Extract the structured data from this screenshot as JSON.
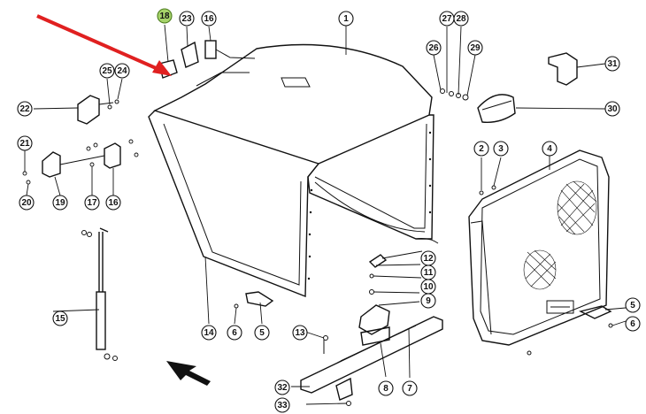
{
  "diagram": {
    "highlight_color": "#a6d36a",
    "arrow_color": "#e02020",
    "callouts": [
      {
        "id": "c18",
        "label": "18",
        "highlight": true
      },
      {
        "id": "c23",
        "label": "23"
      },
      {
        "id": "c16a",
        "label": "16"
      },
      {
        "id": "c1",
        "label": "1"
      },
      {
        "id": "c27",
        "label": "27"
      },
      {
        "id": "c28",
        "label": "28"
      },
      {
        "id": "c26",
        "label": "26"
      },
      {
        "id": "c29",
        "label": "29"
      },
      {
        "id": "c31",
        "label": "31"
      },
      {
        "id": "c25",
        "label": "25"
      },
      {
        "id": "c24",
        "label": "24"
      },
      {
        "id": "c22",
        "label": "22"
      },
      {
        "id": "c30",
        "label": "30"
      },
      {
        "id": "c21",
        "label": "21"
      },
      {
        "id": "c2",
        "label": "2"
      },
      {
        "id": "c3",
        "label": "3"
      },
      {
        "id": "c4",
        "label": "4"
      },
      {
        "id": "c20",
        "label": "20"
      },
      {
        "id": "c19",
        "label": "19"
      },
      {
        "id": "c17",
        "label": "17"
      },
      {
        "id": "c16b",
        "label": "16"
      },
      {
        "id": "c12",
        "label": "12"
      },
      {
        "id": "c11",
        "label": "11"
      },
      {
        "id": "c10",
        "label": "10"
      },
      {
        "id": "c9",
        "label": "9"
      },
      {
        "id": "c15",
        "label": "15"
      },
      {
        "id": "c5a",
        "label": "5"
      },
      {
        "id": "c6a",
        "label": "6"
      },
      {
        "id": "c14",
        "label": "14"
      },
      {
        "id": "c6b",
        "label": "6"
      },
      {
        "id": "c5b",
        "label": "5"
      },
      {
        "id": "c13",
        "label": "13"
      },
      {
        "id": "c8",
        "label": "8"
      },
      {
        "id": "c7",
        "label": "7"
      },
      {
        "id": "c32",
        "label": "32"
      },
      {
        "id": "c33",
        "label": "33"
      }
    ]
  }
}
